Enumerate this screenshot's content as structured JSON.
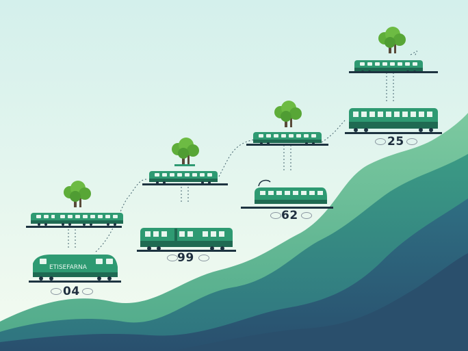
{
  "labels": {
    "stage1": "04",
    "stage2": "99",
    "stage3": "62",
    "stage4": "25",
    "loco_lettering": "ETISEFARNA"
  },
  "colors": {
    "sky_top": "#d6f2ee",
    "sky_bottom": "#f3fbf1",
    "hill_light": "#6fbf98",
    "hill_mid": "#3f9c86",
    "hill_dark": "#2f6f7f",
    "hill_deep": "#2c5a78",
    "train_green": "#2e9a72",
    "train_dark": "#1f6a52",
    "platform": "#1d3340",
    "tree": "#5fae3a",
    "trunk": "#5a4a3a"
  },
  "icons": [
    "train-icon",
    "locomotive-icon",
    "tree-icon",
    "platform-icon",
    "smoke-puff-icon"
  ]
}
